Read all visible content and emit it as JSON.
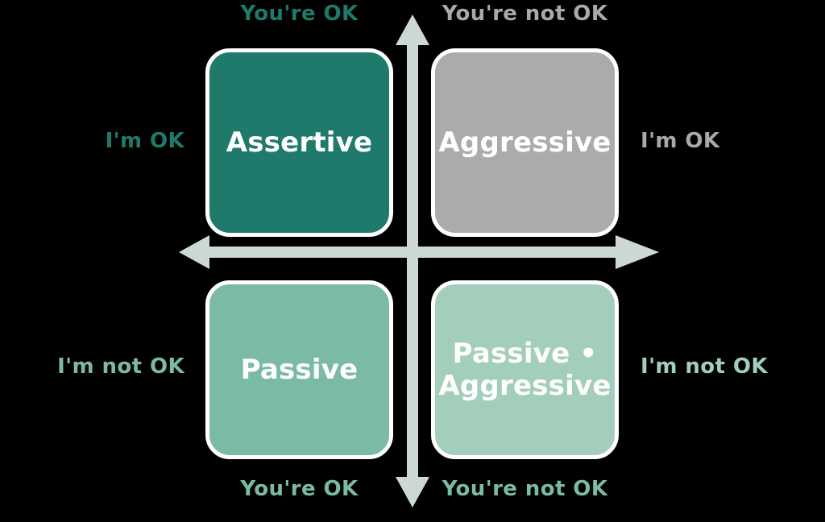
{
  "diagram": {
    "type": "2x2-quadrant-matrix",
    "background_color": "#000000",
    "axis_color": "#ccd8d4",
    "box_border_color": "#ffffff",
    "quadrants": [
      {
        "key": "assertive",
        "label": "Assertive",
        "position": "top-left",
        "fill": "#207a6c",
        "text_color": "#ffffff"
      },
      {
        "key": "aggressive",
        "label": "Aggressive",
        "position": "top-right",
        "fill": "#ababab",
        "text_color": "#ffffff"
      },
      {
        "key": "passive",
        "label": "Passive",
        "position": "bottom-left",
        "fill": "#7bbaa7",
        "text_color": "#ffffff"
      },
      {
        "key": "passive-aggressive",
        "label_line1": "Passive •",
        "label_line2": "Aggressive",
        "position": "bottom-right",
        "fill": "#a3cebc",
        "text_color": "#ffffff"
      }
    ],
    "axis_labels": {
      "top_left": {
        "text": "You're OK",
        "color": "#1f7a6b"
      },
      "top_right": {
        "text": "You're not OK",
        "color": "#a9a9a9"
      },
      "bottom_left": {
        "text": "You're OK",
        "color": "#7bbaa7"
      },
      "bottom_right": {
        "text": "You're not OK",
        "color": "#7bbaa7"
      },
      "left_top": {
        "text": "I'm OK",
        "color": "#1f7a6b"
      },
      "left_bottom": {
        "text": "I'm not OK",
        "color": "#7bbaa7"
      },
      "right_top": {
        "text": "I'm OK",
        "color": "#a9a9a9"
      },
      "right_bottom": {
        "text": "I'm not OK",
        "color": "#a3cebc"
      }
    }
  }
}
